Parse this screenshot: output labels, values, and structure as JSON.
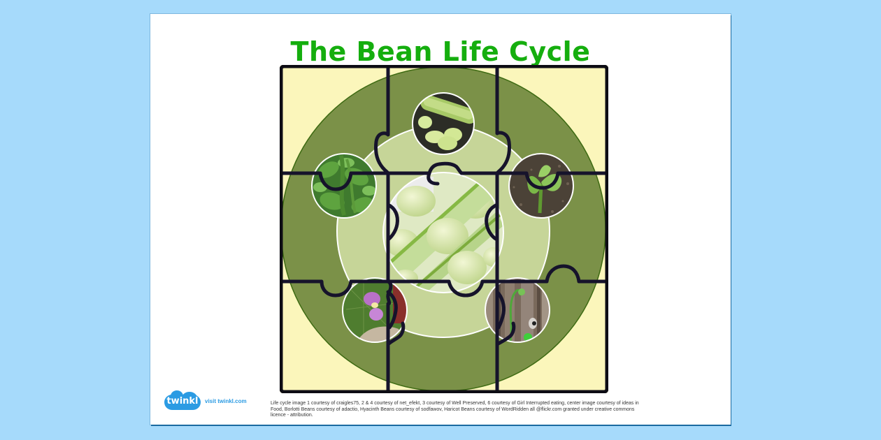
{
  "page": {
    "background_color": "#a6dafb",
    "paper_color": "#ffffff"
  },
  "title": {
    "text": "The Bean Life Cycle",
    "color": "#15ae0e"
  },
  "puzzle": {
    "grid": "3x3",
    "colors": {
      "background": "#fbf6bb",
      "outer_ring": "#7b9148",
      "inner_ring": "#c6d598",
      "piece_outline": "#16132b"
    },
    "photos": [
      {
        "position": "top-center",
        "subject": "broad bean pod and seeds"
      },
      {
        "position": "middle-right",
        "subject": "bean seedling sprouting from soil"
      },
      {
        "position": "bottom-right",
        "subject": "bean vine climbing wooden fence"
      },
      {
        "position": "bottom-left",
        "subject": "purple bean flower"
      },
      {
        "position": "middle-left",
        "subject": "green bean plant with pods"
      },
      {
        "position": "center",
        "subject": "open broad bean pod close-up"
      }
    ]
  },
  "footer": {
    "logo_text": "twinkl",
    "visit_text": "visit twinkl.com",
    "credits": [
      "Life cycle image 1 courtesy of craigles75, 2 & 4 courtesy of net_efekt, 3 courtesy of Well Preserved, 6 courtesy of Girl Interrupted eating, center image courtesy of ideas in",
      "Food, Borlotti Beans courtesy of adactio, Hyacinth Beans courtesy of sodfawov, Haricot Beans courtesy of WordRidden all @flickr.com granted under creative commons",
      "licence - attribution."
    ]
  }
}
